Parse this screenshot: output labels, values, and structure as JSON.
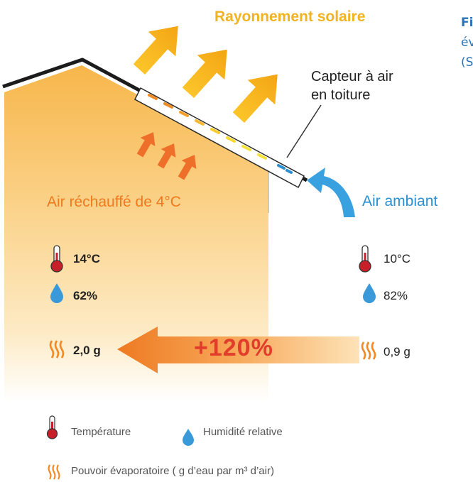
{
  "labels": {
    "rayonnement": "Rayonnement solaire",
    "capteur_line1": "Capteur à air",
    "capteur_line2": "en toiture",
    "air_rechauffe": "Air réchauffé de 4°C",
    "air_ambiant": "Air ambiant",
    "gain": "+120%"
  },
  "inside": {
    "temperature": "14°C",
    "humidity": "62%",
    "evaporative": "2,0 g"
  },
  "outside": {
    "temperature": "10°C",
    "humidity": "82%",
    "evaporative": "0,9 g"
  },
  "legend": {
    "temperature": "Température",
    "humidity": "Humidité relative",
    "evaporative": "Pouvoir évaporatoire ( g d’eau par m³ d’air)"
  },
  "caption": {
    "line1": "Fi",
    "line2": "év",
    "line3": "(S"
  },
  "colors": {
    "sun": "#f7b91e",
    "warm_air": "#f08a24",
    "water": "#3a9ad9",
    "thermo": "#c8202a"
  },
  "icons": [
    "sun-arrow-icon",
    "heat-arrow-icon",
    "air-inflow-arrow-icon",
    "thermometer-icon",
    "water-drop-icon",
    "evaporation-waves-icon"
  ]
}
